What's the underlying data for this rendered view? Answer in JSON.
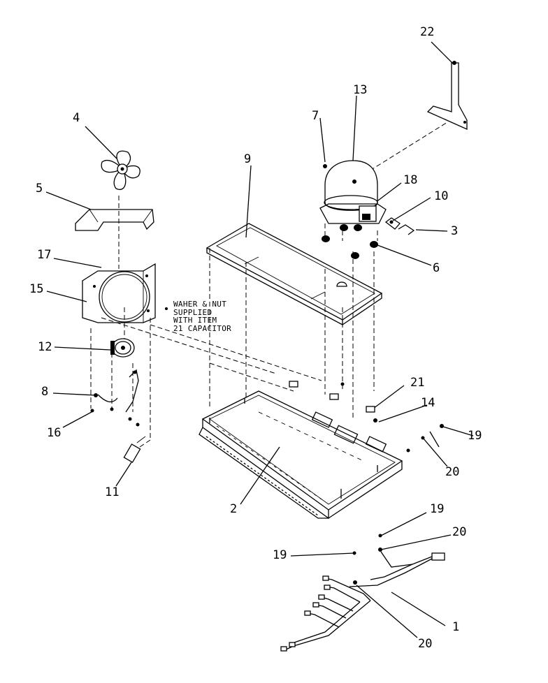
{
  "parts": [
    {
      "key": "p1",
      "number": "1"
    },
    {
      "key": "p2",
      "number": "2"
    },
    {
      "key": "p3",
      "number": "3"
    },
    {
      "key": "p4",
      "number": "4"
    },
    {
      "key": "p5",
      "number": "5"
    },
    {
      "key": "p6",
      "number": "6"
    },
    {
      "key": "p7",
      "number": "7"
    },
    {
      "key": "p8",
      "number": "8"
    },
    {
      "key": "p9",
      "number": "9"
    },
    {
      "key": "p10",
      "number": "10"
    },
    {
      "key": "p11",
      "number": "11"
    },
    {
      "key": "p12",
      "number": "12"
    },
    {
      "key": "p13",
      "number": "13"
    },
    {
      "key": "p14",
      "number": "14"
    },
    {
      "key": "p15",
      "number": "15"
    },
    {
      "key": "p16",
      "number": "16"
    },
    {
      "key": "p17",
      "number": "17"
    },
    {
      "key": "p18",
      "number": "18"
    },
    {
      "key": "p19a",
      "number": "19"
    },
    {
      "key": "p19b",
      "number": "19"
    },
    {
      "key": "p19c",
      "number": "19"
    },
    {
      "key": "p20a",
      "number": "20"
    },
    {
      "key": "p20b",
      "number": "20"
    },
    {
      "key": "p20c",
      "number": "20"
    },
    {
      "key": "p21",
      "number": "21"
    },
    {
      "key": "p22",
      "number": "22"
    }
  ],
  "note": {
    "lines": [
      "WAHER & NUT",
      "SUPPLIED",
      "WITH ITEM",
      "21 CAPACITOR"
    ]
  }
}
